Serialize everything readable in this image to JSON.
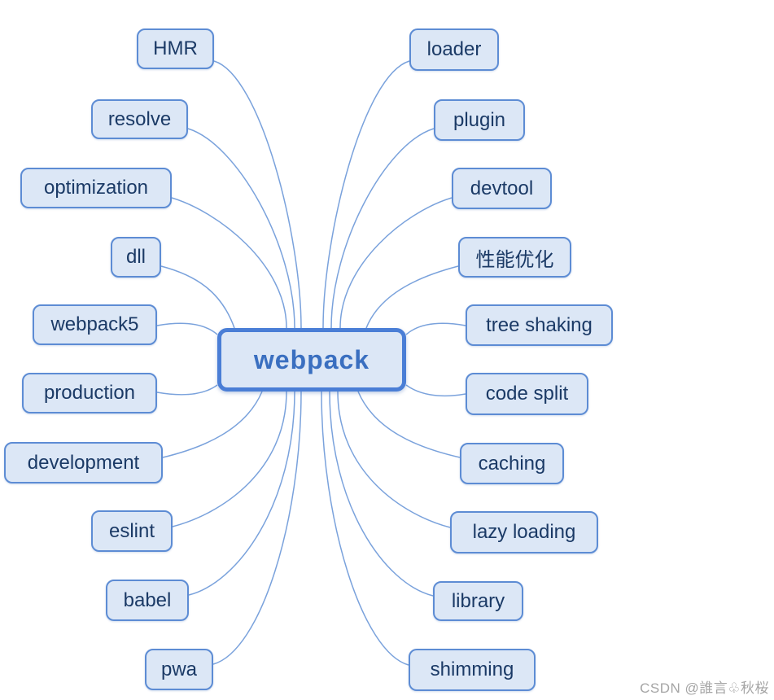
{
  "diagram": {
    "center": {
      "label": "webpack"
    },
    "left_nodes": [
      {
        "label": "HMR"
      },
      {
        "label": "resolve"
      },
      {
        "label": "optimization"
      },
      {
        "label": "dll"
      },
      {
        "label": "webpack5"
      },
      {
        "label": "production"
      },
      {
        "label": "development"
      },
      {
        "label": "eslint"
      },
      {
        "label": "babel"
      },
      {
        "label": "pwa"
      }
    ],
    "right_nodes": [
      {
        "label": "loader"
      },
      {
        "label": "plugin"
      },
      {
        "label": "devtool"
      },
      {
        "label": "性能优化"
      },
      {
        "label": "tree shaking"
      },
      {
        "label": "code split"
      },
      {
        "label": "caching"
      },
      {
        "label": "lazy loading"
      },
      {
        "label": "library"
      },
      {
        "label": "shimming"
      }
    ]
  },
  "watermark": {
    "text": "CSDN @誰言♧秋桜"
  },
  "colors": {
    "node-fill": "#dce7f6",
    "node-border": "#5d8cd4",
    "node-text": "#1b3a66",
    "center-border": "#4a7ed6",
    "center-text": "#3a6fc0",
    "edge": "#7aa2dc",
    "watermark-text": "#a5a5a5"
  }
}
